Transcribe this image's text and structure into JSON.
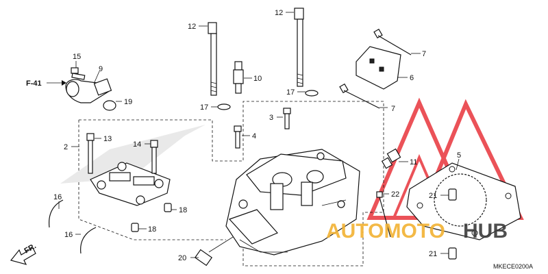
{
  "diagram": {
    "callouts": [
      {
        "id": "c12a",
        "text": "12"
      },
      {
        "id": "c12b",
        "text": "12"
      },
      {
        "id": "c15",
        "text": "15"
      },
      {
        "id": "c9",
        "text": "9"
      },
      {
        "id": "c10",
        "text": "10"
      },
      {
        "id": "c19",
        "text": "19"
      },
      {
        "id": "c17a",
        "text": "17"
      },
      {
        "id": "c17b",
        "text": "17"
      },
      {
        "id": "c3",
        "text": "3"
      },
      {
        "id": "c4",
        "text": "4"
      },
      {
        "id": "c7a",
        "text": "7"
      },
      {
        "id": "c7b",
        "text": "7"
      },
      {
        "id": "c6",
        "text": "6"
      },
      {
        "id": "c2",
        "text": "2"
      },
      {
        "id": "c13",
        "text": "13"
      },
      {
        "id": "c14",
        "text": "14"
      },
      {
        "id": "c11",
        "text": "11"
      },
      {
        "id": "c5",
        "text": "5"
      },
      {
        "id": "c16a",
        "text": "16"
      },
      {
        "id": "c16b",
        "text": "16"
      },
      {
        "id": "c18a",
        "text": "18"
      },
      {
        "id": "c18b",
        "text": "18"
      },
      {
        "id": "c22",
        "text": "22"
      },
      {
        "id": "c21a",
        "text": "21"
      },
      {
        "id": "c21b",
        "text": "21"
      },
      {
        "id": "c20",
        "text": "20"
      }
    ],
    "ref_label": "F-41",
    "front_label": "FR.",
    "diagram_code": "MKECE0200A"
  },
  "watermark": {
    "word1": "AUTOMOTO",
    "word2": "HUB",
    "accent_color": "#e8343c",
    "secondary_color": "#f2b233"
  }
}
